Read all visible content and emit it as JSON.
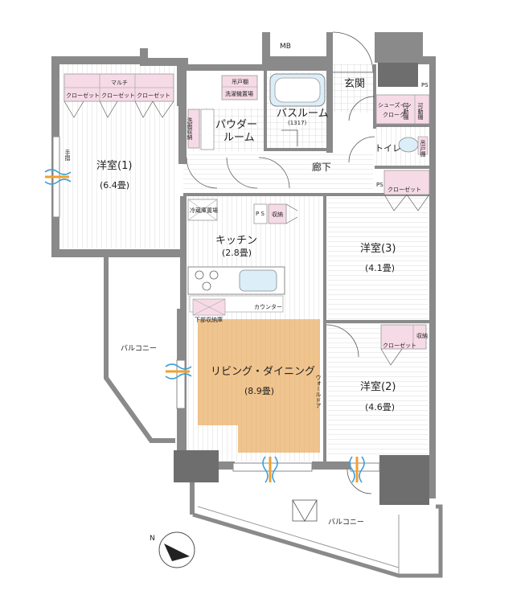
{
  "labels": {
    "mb": "MB",
    "entrance": "玄関",
    "ps1": "PS",
    "ps2": "PS",
    "ps3": "P S",
    "multi": "マルチ",
    "closet_a": "クローゼット",
    "closet_b": "クローゼット",
    "closet_c": "クローゼット",
    "hanging_shelf": "吊戸棚",
    "washer": "洗濯機置場",
    "bathroom": "バスルーム",
    "bath_size": "(1317)",
    "powder": "パウダー",
    "powder2": "ルーム",
    "linen": "洗面収納",
    "shoes_in1": "シューズイン",
    "shoes_in2": "クローク",
    "movable1": "可動棚",
    "movable2": "可動棚",
    "toilet": "トイレ",
    "toilet_shelf": "吊戸棚",
    "hallway": "廊下",
    "closet_r3": "クローゼット",
    "western1": "洋室(1)",
    "western1_size": "(6.4畳)",
    "handrail": "手摺",
    "fridge": "冷蔵庫置場",
    "storage_k": "収納",
    "kitchen": "キッチン",
    "kitchen_size": "(2.8畳)",
    "western3": "洋室(3)",
    "western3_size": "(4.1畳)",
    "counter": "カウンター",
    "under_floor": "下部収納庫",
    "balcony_w": "バルコニー",
    "living": "リビング・ダイニング",
    "living_size": "(8.9畳)",
    "wall_door": "ウォールドア",
    "closet_r2": "クローゼット",
    "storage_r2": "収納",
    "western2": "洋室(2)",
    "western2_size": "(4.6畳)",
    "balcony_s": "バルコニー",
    "north": "N"
  },
  "colors": {
    "wall": "#8a8a8a",
    "wall_dark": "#6e6e6e",
    "floor_wood": "#f0c48e",
    "floor_lines": "#c9c9c9",
    "storage_pink": "#f6dbe6",
    "bath_blue": "#dceef8",
    "arrow_orange": "#f0a030",
    "arrow_blue": "#3fa0d8"
  }
}
